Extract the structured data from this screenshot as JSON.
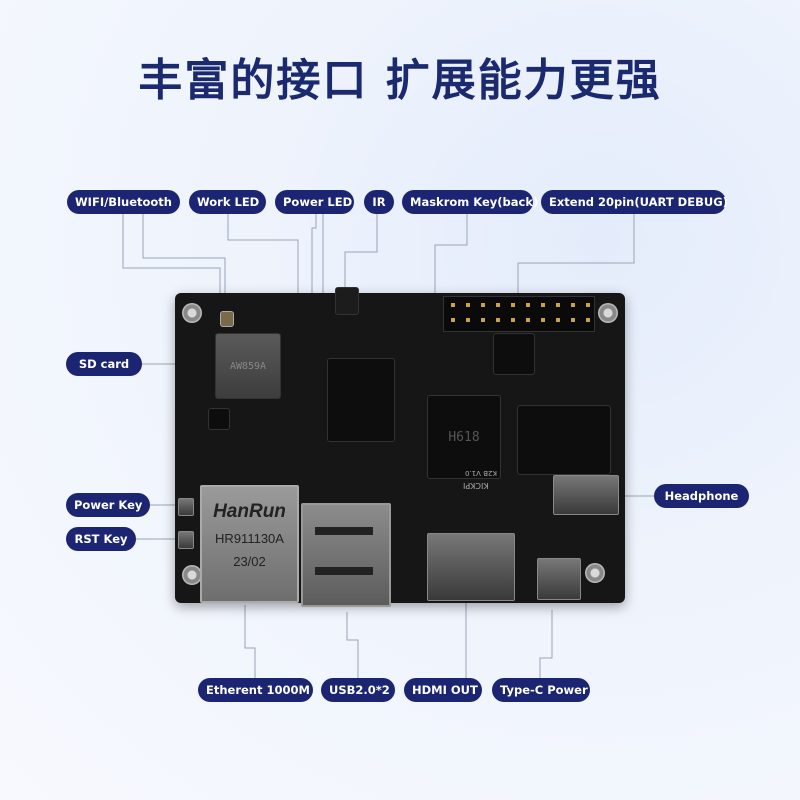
{
  "title": "丰富的接口 扩展能力更强",
  "labels": {
    "wifi": "WIFI/Bluetooth",
    "work_led": "Work LED",
    "power_led": "Power LED",
    "ir": "IR",
    "maskrom": "Maskrom Key(back)",
    "extend": "Extend 20pin(UART DEBUG)",
    "sd_card": "SD card",
    "power_key": "Power Key",
    "rst_key": "RST Key",
    "headphone": "Headphone",
    "ethernet": "Etherent 1000M",
    "usb": "USB2.0*2",
    "hdmi": "HDMI OUT",
    "typec": "Type-C Power"
  },
  "board": {
    "wifi_chip": "AW859A",
    "soc": "H618",
    "eth_brand": "HanRun",
    "eth_model": "HR911130A",
    "eth_date": "23/02",
    "board_name": "KICKPI",
    "board_ver": "K2B V1.0"
  },
  "colors": {
    "title": "#1b2a6e",
    "pill": "#1b2572",
    "leader": "#9aa3b8"
  }
}
